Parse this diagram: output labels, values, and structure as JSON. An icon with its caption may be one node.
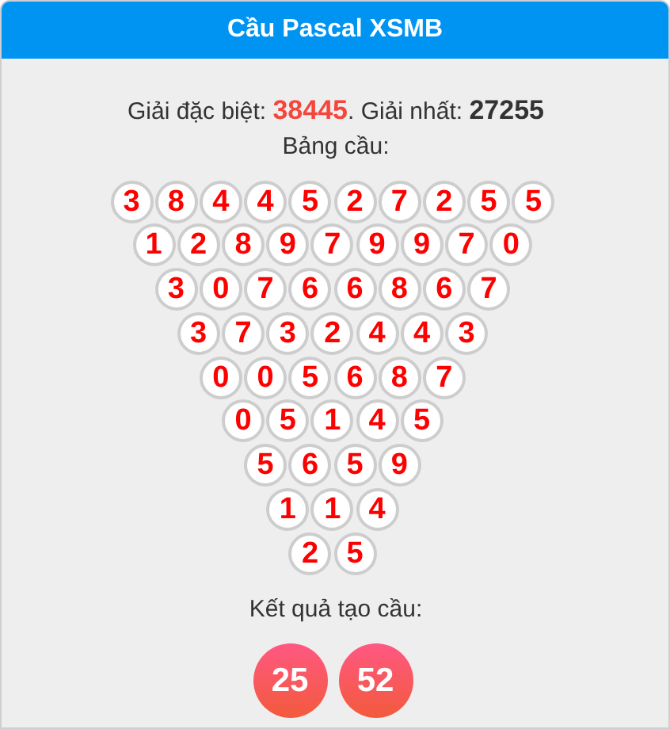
{
  "diagram": {
    "title": "Cầu Pascal XSMB",
    "nodes": [
      {
        "text": [
          "3"
        ]
      },
      {
        "text": [
          "8"
        ]
      },
      {
        "text": [
          "4"
        ]
      },
      {
        "text": [
          "4"
        ]
      },
      {
        "text": [
          "5"
        ]
      },
      {
        "text": [
          "2"
        ]
      },
      {
        "text": [
          "7"
        ]
      },
      {
        "text": [
          "2"
        ]
      },
      {
        "text": [
          "5"
        ]
      },
      {
        "text": [
          "5"
        ]
      },
      {
        "text": [
          "1"
        ]
      },
      {
        "text": [
          "2"
        ]
      },
      {
        "text": [
          "8"
        ]
      },
      {
        "text": [
          "9"
        ]
      },
      {
        "text": [
          "7"
        ]
      },
      {
        "text": [
          "9"
        ]
      },
      {
        "text": [
          "9"
        ]
      },
      {
        "text": [
          "7"
        ]
      },
      {
        "text": [
          "0"
        ]
      },
      {
        "text": [
          "3"
        ]
      },
      {
        "text": [
          "0"
        ]
      },
      {
        "text": [
          "7"
        ]
      },
      {
        "text": [
          "6"
        ]
      },
      {
        "text": [
          "6"
        ]
      },
      {
        "text": [
          "8"
        ]
      },
      {
        "text": [
          "6"
        ]
      },
      {
        "text": [
          "7"
        ]
      },
      {
        "text": [
          "3"
        ]
      },
      {
        "text": [
          "7"
        ]
      },
      {
        "text": [
          "3"
        ]
      },
      {
        "text": [
          "2"
        ]
      },
      {
        "text": [
          "4"
        ]
      },
      {
        "text": [
          "4"
        ]
      },
      {
        "text": [
          "3"
        ]
      },
      {
        "text": [
          "0"
        ]
      },
      {
        "text": [
          "0"
        ]
      },
      {
        "text": [
          "5"
        ]
      },
      {
        "text": [
          "6"
        ]
      },
      {
        "text": [
          "8"
        ]
      },
      {
        "text": [
          "7"
        ]
      },
      {
        "text": [
          "0"
        ]
      },
      {
        "text": [
          "5"
        ]
      },
      {
        "text": [
          "1"
        ]
      },
      {
        "text": [
          "4"
        ]
      },
      {
        "text": [
          "5"
        ]
      },
      {
        "text": [
          "5"
        ]
      },
      {
        "text": [
          "6"
        ]
      },
      {
        "text": [
          "5"
        ]
      },
      {
        "text": [
          "9"
        ]
      },
      {
        "text": [
          "1"
        ]
      },
      {
        "text": [
          "1"
        ]
      },
      {
        "text": [
          "4"
        ]
      },
      {
        "text": [
          "2"
        ]
      },
      {
        "text": [
          "5"
        ]
      },
      {
        "text": [
          "25"
        ]
      },
      {
        "text": [
          "52"
        ]
      }
    ],
    "labels": [
      "Giải đặc biệt: **38445**. Giải nhất: **27255**",
      "Bảng cầu:",
      "Kết quả tạo cầu:"
    ]
  }
}
